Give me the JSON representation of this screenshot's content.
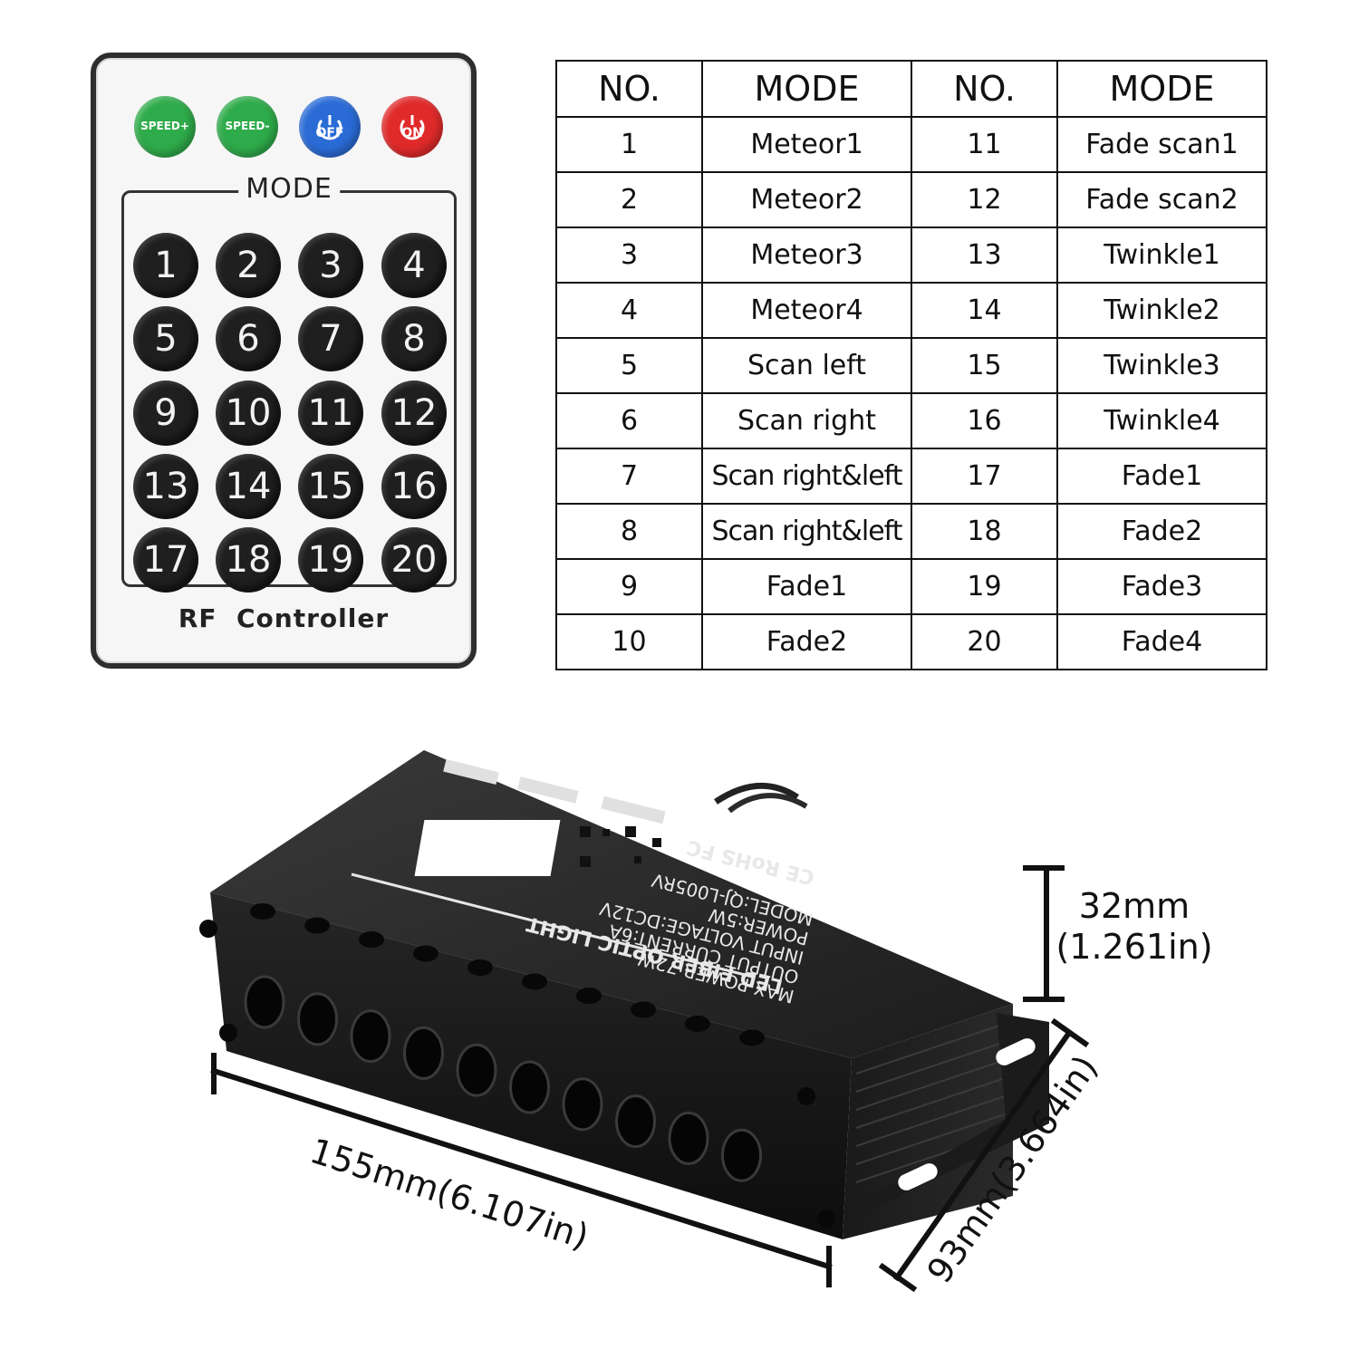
{
  "remote": {
    "top_buttons": [
      {
        "label": "SPEED+",
        "color": "#2eab4a"
      },
      {
        "label": "SPEED-",
        "color": "#2eab4a"
      },
      {
        "label": "OFF",
        "color": "#2a6bd6",
        "icon": "power-icon"
      },
      {
        "label": "ON",
        "color": "#e02a2a",
        "icon": "power-icon"
      }
    ],
    "mode_title": "MODE",
    "numbers": [
      "1",
      "2",
      "3",
      "4",
      "5",
      "6",
      "7",
      "8",
      "9",
      "10",
      "11",
      "12",
      "13",
      "14",
      "15",
      "16",
      "17",
      "18",
      "19",
      "20"
    ],
    "label": "RF  Controller"
  },
  "table": {
    "headers": [
      "NO.",
      "MODE",
      "NO.",
      "MODE"
    ],
    "rows": [
      [
        "1",
        "Meteor1",
        "11",
        "Fade scan1"
      ],
      [
        "2",
        "Meteor2",
        "12",
        "Fade scan2"
      ],
      [
        "3",
        "Meteor3",
        "13",
        "Twinkle1"
      ],
      [
        "4",
        "Meteor4",
        "14",
        "Twinkle2"
      ],
      [
        "5",
        "Scan left",
        "15",
        "Twinkle3"
      ],
      [
        "6",
        "Scan right",
        "16",
        "Twinkle4"
      ],
      [
        "7",
        "Scan right&left",
        "17",
        "Fade1"
      ],
      [
        "8",
        "Scan right&left",
        "18",
        "Fade2"
      ],
      [
        "9",
        "Fade1",
        "19",
        "Fade3"
      ],
      [
        "10",
        "Fade2",
        "20",
        "Fade4"
      ]
    ]
  },
  "device": {
    "label_lines": [
      "MODEL:QJ-L005RV",
      "POWER:5W",
      "INPUT VOLTAGE:DC12V",
      "OUTPUT CURRENT:6A",
      "MAX POWER:72W"
    ],
    "marks": "CE RoHS FC",
    "product_name": "LED FIBER OPTIC LIGHT",
    "port_count": 10
  },
  "dimensions": {
    "height_mm": "32mm",
    "height_in": "(1.261in)",
    "length": "155mm(6.107in)",
    "width": "93mm(3.664in)"
  }
}
